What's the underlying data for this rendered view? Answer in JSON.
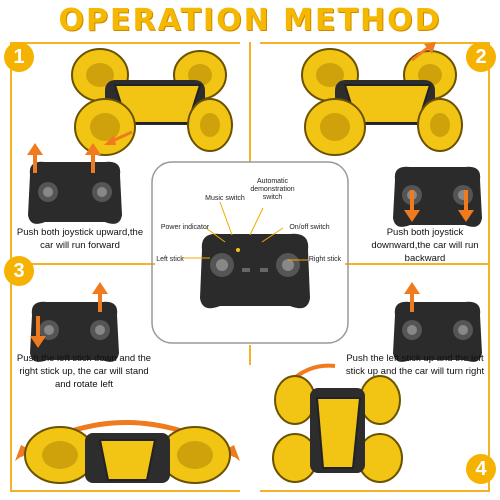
{
  "title": "OPERATION METHOD",
  "colors": {
    "accent": "#f6b200",
    "car_yellow": "#f2c414",
    "arrow": "#f07a1e",
    "controller": "#2b2b2b"
  },
  "steps": [
    {
      "number": "1",
      "text": "Push both joystick upward,the car will run forward"
    },
    {
      "number": "2",
      "text": "Push both joystick downward,the car will run backward"
    },
    {
      "number": "3",
      "text": "Push the left stick down and the right stick up, the car will stand and rotate left"
    },
    {
      "number": "4",
      "text": "Push the left stick up and the left stick up and the car will turn right"
    }
  ],
  "controller_labels": {
    "music_switch": "Music switch",
    "auto_demo": "Automatic demonstration switch",
    "power_indicator": "Power indicator",
    "onoff_switch": "On/off switch",
    "left_stick": "Left stick",
    "right_stick": "Right stick"
  }
}
